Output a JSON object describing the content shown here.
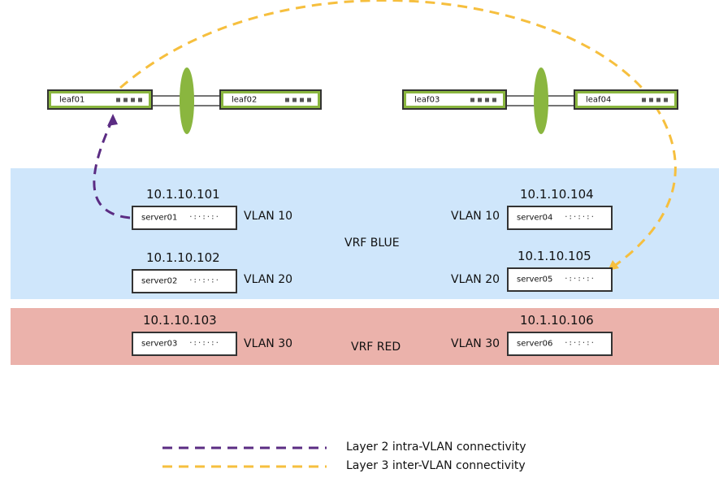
{
  "switches": [
    {
      "label": "leaf01"
    },
    {
      "label": "leaf02"
    },
    {
      "label": "leaf03"
    },
    {
      "label": "leaf04"
    }
  ],
  "vrfs": {
    "blue": {
      "label": "VRF BLUE",
      "color": "#cfe6fb"
    },
    "red": {
      "label": "VRF RED",
      "color": "#ebb2ab"
    }
  },
  "servers": [
    {
      "label": "server01",
      "ip": "10.1.10.101",
      "vlan": "VLAN 10"
    },
    {
      "label": "server02",
      "ip": "10.1.10.102",
      "vlan": "VLAN 20"
    },
    {
      "label": "server03",
      "ip": "10.1.10.103",
      "vlan": "VLAN 30"
    },
    {
      "label": "server04",
      "ip": "10.1.10.104",
      "vlan": "VLAN 10"
    },
    {
      "label": "server05",
      "ip": "10.1.10.105",
      "vlan": "VLAN 20"
    },
    {
      "label": "server06",
      "ip": "10.1.10.106",
      "vlan": "VLAN 30"
    }
  ],
  "server_port_glyph": "·:·:·:·",
  "legend": [
    {
      "label": "Layer 2 intra-VLAN connectivity",
      "color": "#5b2c83"
    },
    {
      "label": "Layer 3 inter-VLAN connectivity",
      "color": "#f6bf3e"
    }
  ],
  "colors": {
    "switch_border": "#8ab63f",
    "mlag_link": "#8ab63f"
  }
}
